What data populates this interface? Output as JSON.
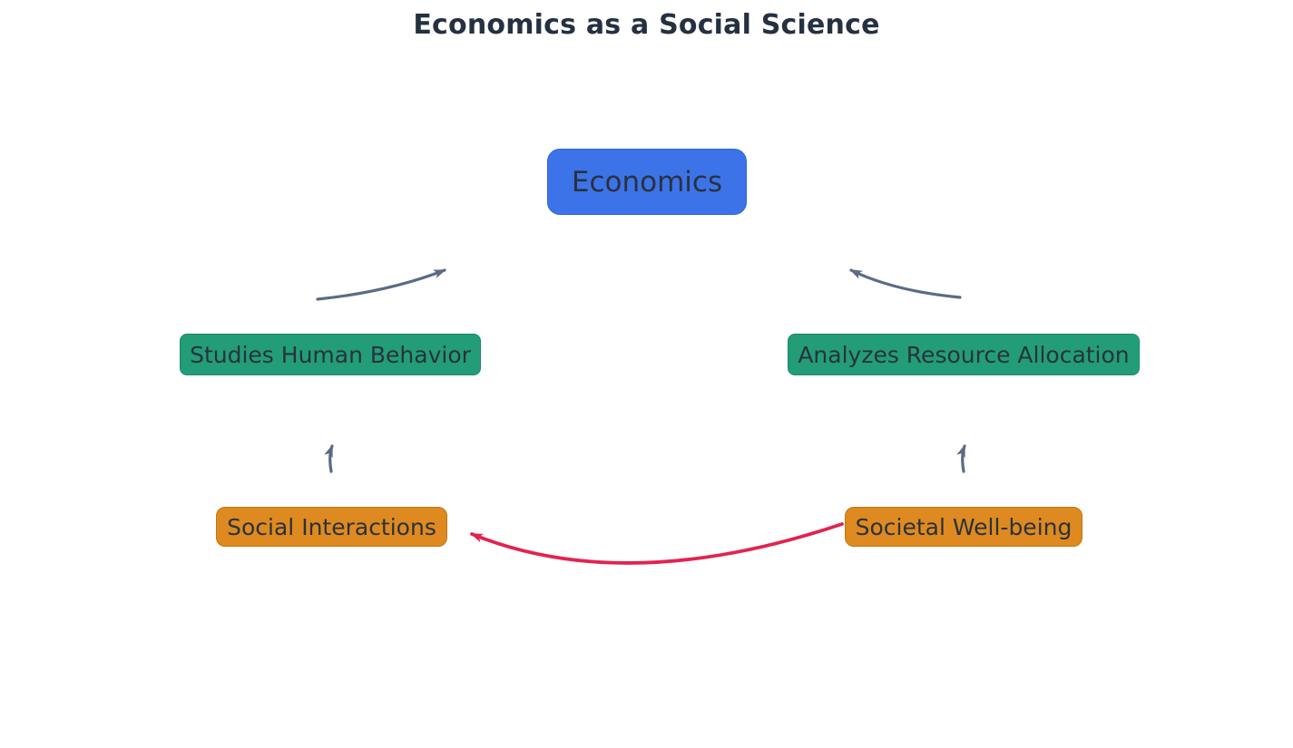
{
  "title": "Economics as a Social Science",
  "colors": {
    "background": "#ffffff",
    "title_text": "#253141",
    "node_text": "#2a323c",
    "economics_fill": "#3c73e8",
    "economics_border": "#2e63d6",
    "concept_fill": "#229d78",
    "concept_border": "#1a8866",
    "outcome_fill": "#de8a20",
    "outcome_border": "#c17714",
    "gray_arrow": "#5b6b84",
    "red_arrow": "#e2234f"
  },
  "nodes": {
    "economics": {
      "label": "Economics"
    },
    "studies_human_behavior": {
      "label": "Studies Human Behavior"
    },
    "analyzes_resource_allocation": {
      "label": "Analyzes Resource Allocation"
    },
    "social_interactions": {
      "label": "Social Interactions"
    },
    "societal_well_being": {
      "label": "Societal Well-being"
    }
  },
  "edges": [
    {
      "from": "Studies Human Behavior",
      "to": "Economics",
      "color": "gray"
    },
    {
      "from": "Analyzes Resource Allocation",
      "to": "Economics",
      "color": "gray"
    },
    {
      "from": "Social Interactions",
      "to": "Studies Human Behavior",
      "color": "gray"
    },
    {
      "from": "Societal Well-being",
      "to": "Analyzes Resource Allocation",
      "color": "gray"
    },
    {
      "from": "Societal Well-being",
      "to": "Social Interactions",
      "color": "red"
    }
  ]
}
